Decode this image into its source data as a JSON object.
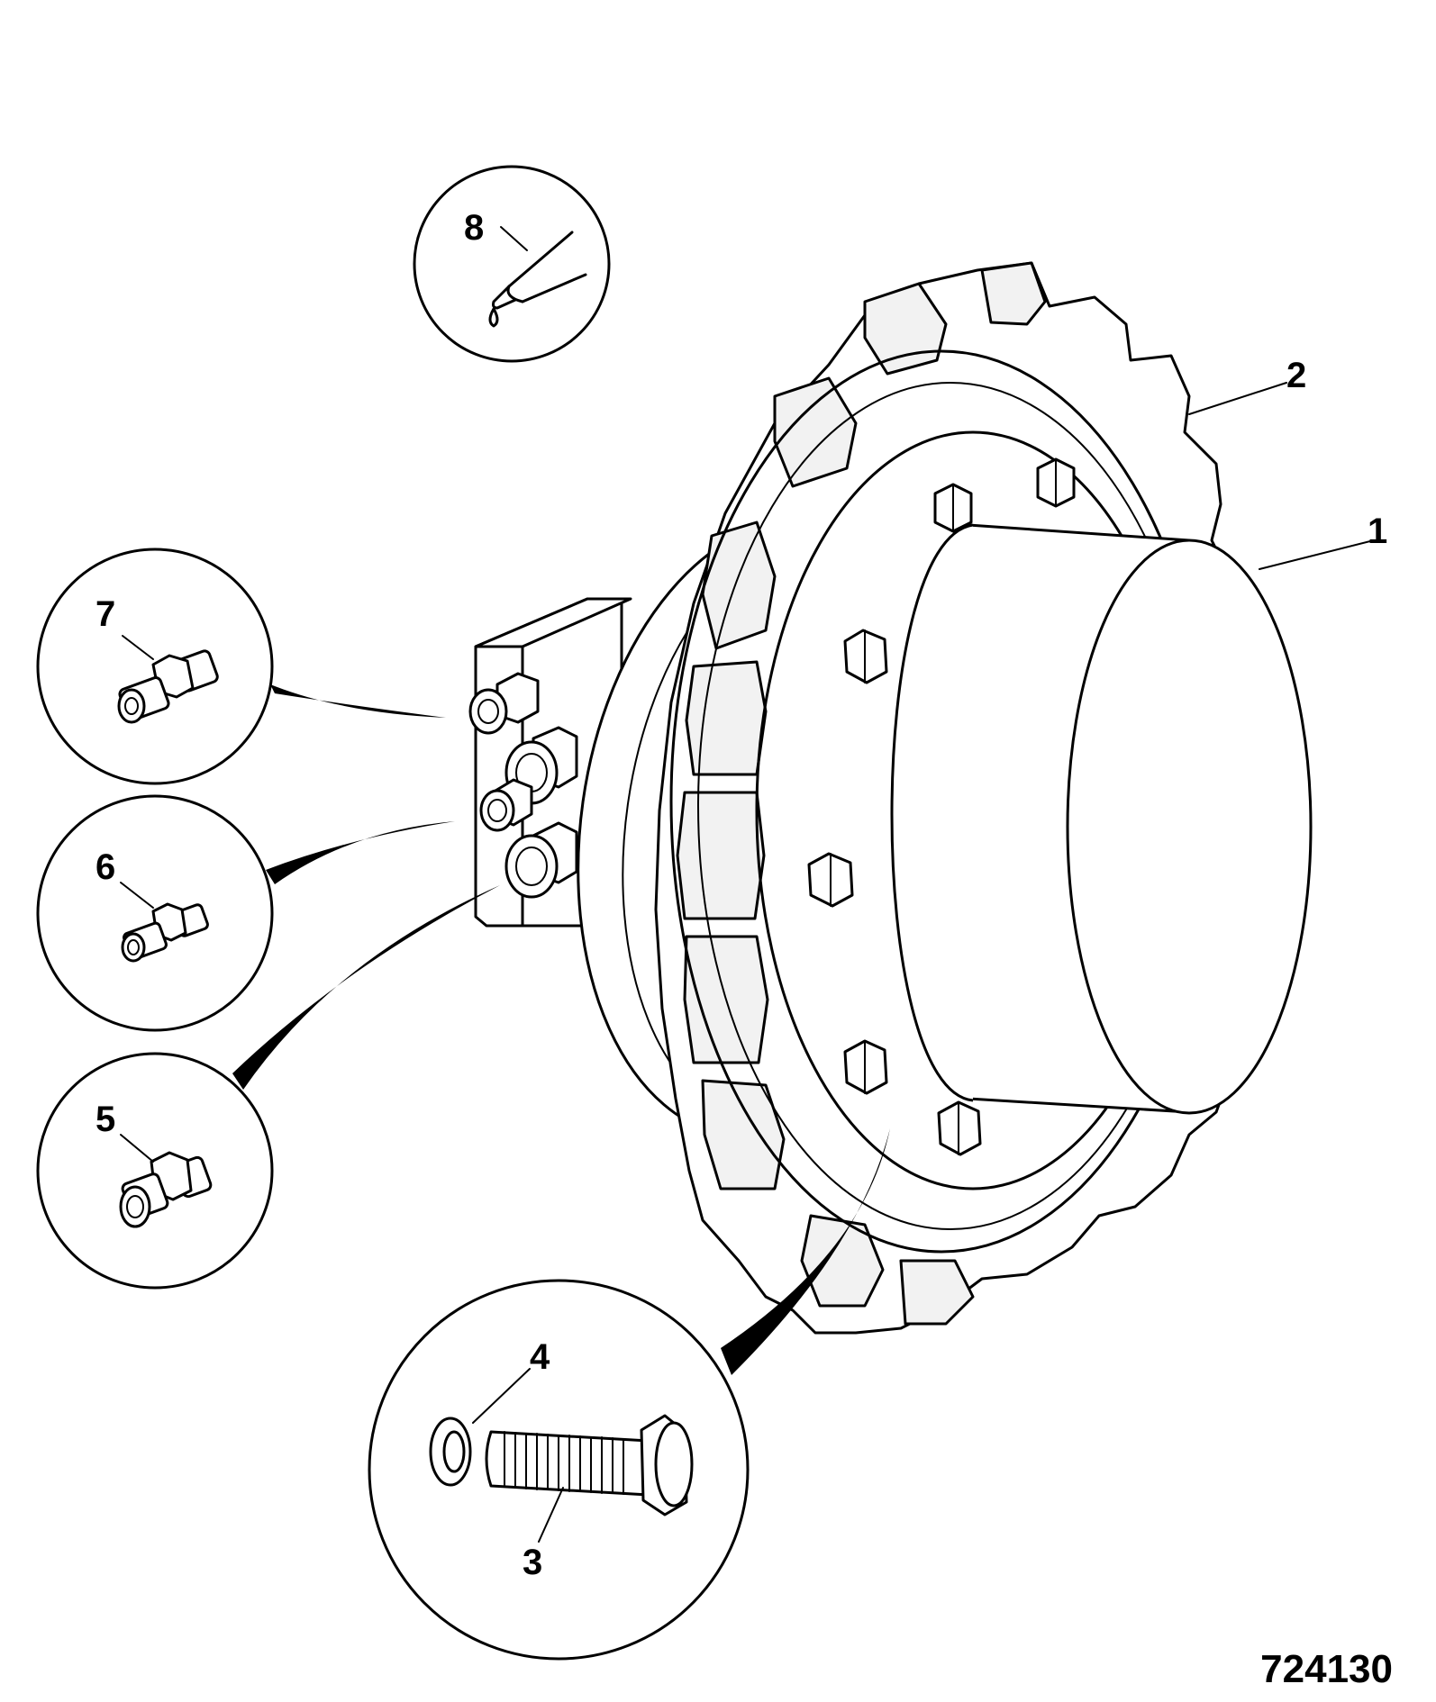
{
  "figure_number": "724130",
  "callouts": {
    "c1": "1",
    "c2": "2",
    "c3": "3",
    "c4": "4",
    "c5": "5",
    "c6": "6",
    "c7": "7",
    "c8": "8"
  },
  "parts": [
    {
      "callout": "1",
      "depicts": "motor-cover-drum"
    },
    {
      "callout": "2",
      "depicts": "drive-sprocket"
    },
    {
      "callout": "3",
      "depicts": "bolt"
    },
    {
      "callout": "4",
      "depicts": "washer"
    },
    {
      "callout": "5",
      "depicts": "adapter-fitting"
    },
    {
      "callout": "6",
      "depicts": "adapter-fitting"
    },
    {
      "callout": "7",
      "depicts": "adapter-fitting"
    },
    {
      "callout": "8",
      "depicts": "sealant-applicator-icon"
    }
  ]
}
